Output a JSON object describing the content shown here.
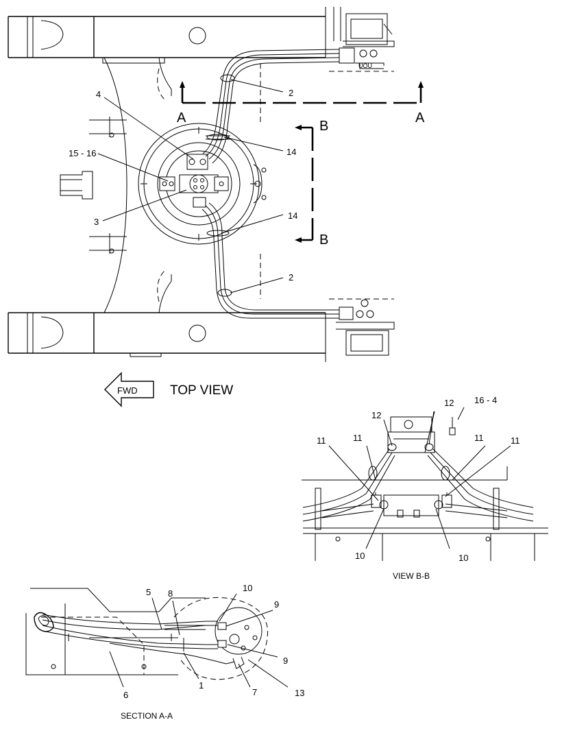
{
  "top_view": {
    "title": "TOP VIEW",
    "fwd_label": "FWD",
    "section_a_left": "A",
    "section_a_right": "A",
    "section_b_top": "B",
    "section_b_bottom": "B",
    "callouts": {
      "c4": "4",
      "c15_16": "15 - 16",
      "c3": "3",
      "c2_top": "2",
      "c14_top": "14",
      "c14_bottom": "14",
      "c2_bottom": "2"
    }
  },
  "view_bb": {
    "caption": "VIEW B-B",
    "callouts": {
      "c12_top": "12",
      "c16_4": "16 - 4",
      "c12_left": "12",
      "c11_a": "11",
      "c11_b": "11",
      "c11_c": "11",
      "c11_d": "11",
      "c10_left": "10",
      "c10_right": "10"
    }
  },
  "section_aa": {
    "caption": "SECTION A-A",
    "callouts": {
      "c5": "5",
      "c8": "8",
      "c10": "10",
      "c9_top": "9",
      "c9_bottom": "9",
      "c6": "6",
      "c1": "1",
      "c7": "7",
      "c13": "13"
    }
  }
}
